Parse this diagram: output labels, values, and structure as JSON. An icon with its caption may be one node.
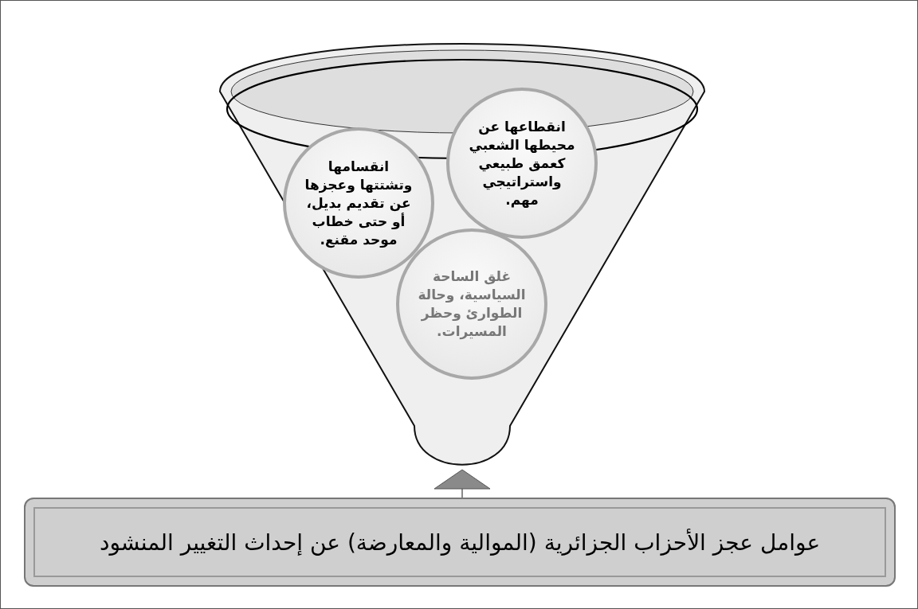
{
  "diagram": {
    "nodes": [
      {
        "text": [],
        "shape": "funnel"
      },
      {
        "text": [
          "انقطاعها عن محيطها الشعبي كعمق طبيعي واستراتيجي مهم."
        ],
        "in": 0
      },
      {
        "text": [
          "انقسامها وتشتتها وعجزها عن تقديم بديل، أو حتى خطاب موحد مقنع."
        ],
        "in": 0
      },
      {
        "text": [
          "غلق الساحة السياسية، وحالة الطوارئ وحظر المسيرات."
        ],
        "in": 0
      },
      {
        "text": [
          "عوامل عجز الأحزاب الجزائرية (الموالية والمعارضة) عن إحداث التغيير المنشود"
        ]
      }
    ],
    "edges": [
      {
        "from": 4,
        "to": 0,
        "arrow": "to"
      }
    ]
  }
}
